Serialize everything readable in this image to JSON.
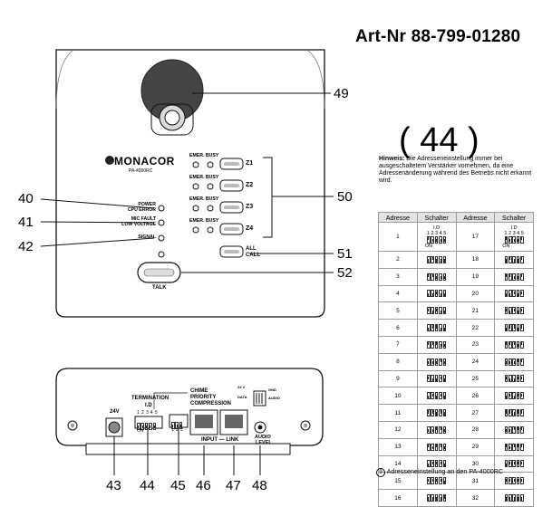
{
  "art_number": "Art-Nr 88-799-01280",
  "figure_number": "( 44 )",
  "hint": {
    "bold": "Hinweis:",
    "text": "Die Adresseneinstellung immer bei ausgeschaltetem Verstärker vornehmen, da eine Adressenänderung während des Betriebs nicht erkannt wird."
  },
  "table": {
    "headers": [
      "Adresse",
      "Schalter",
      "Adresse",
      "Schalter"
    ],
    "id_label": "I.D",
    "id_numbers": "1 2 3 4 5",
    "on_label": "ON",
    "rows": [
      {
        "a": "1",
        "b": "17",
        "sa": "10000",
        "sb": "10001"
      },
      {
        "a": "2",
        "b": "18",
        "sa": "01000",
        "sb": "01001"
      },
      {
        "a": "3",
        "b": "19",
        "sa": "11000",
        "sb": "11001"
      },
      {
        "a": "4",
        "b": "20",
        "sa": "00100",
        "sb": "00101"
      },
      {
        "a": "5",
        "b": "21",
        "sa": "10100",
        "sb": "10101"
      },
      {
        "a": "6",
        "b": "22",
        "sa": "01100",
        "sb": "01101"
      },
      {
        "a": "7",
        "b": "23",
        "sa": "11100",
        "sb": "11101"
      },
      {
        "a": "8",
        "b": "24",
        "sa": "00010",
        "sb": "00011"
      },
      {
        "a": "9",
        "b": "25",
        "sa": "10010",
        "sb": "10011"
      },
      {
        "a": "10",
        "b": "26",
        "sa": "01010",
        "sb": "01011"
      },
      {
        "a": "11",
        "b": "27",
        "sa": "11010",
        "sb": "11011"
      },
      {
        "a": "12",
        "b": "28",
        "sa": "00110",
        "sb": "00111"
      },
      {
        "a": "13",
        "b": "29",
        "sa": "10110",
        "sb": "10111"
      },
      {
        "a": "14",
        "b": "30",
        "sa": "01110",
        "sb": "01111"
      },
      {
        "a": "15",
        "b": "31",
        "sa": "11110",
        "sb": "11111"
      },
      {
        "a": "16",
        "b": "32",
        "sa": "00001",
        "sb": "00000"
      }
    ]
  },
  "caption_num": "9",
  "caption": "Adresseneinstellung an den PA-4000RC",
  "device": {
    "brand": "MONACOR",
    "model": "PA-4000RC",
    "leds": {
      "power": "POWER",
      "cpu_error": "CPU ERROR",
      "mic_fault": "MIC FAULT",
      "low_voltage": "LOW VOLTAGE",
      "signal": "SIGNAL"
    },
    "zone_header": "EMER. BUSY",
    "zones": [
      "Z1",
      "Z2",
      "Z3",
      "Z4"
    ],
    "all_call": [
      "ALL",
      "CALL"
    ],
    "talk": "TALK"
  },
  "rear": {
    "termination": "TERMINATION",
    "id": "I.D",
    "dip_numbers": "1 2 3 4 5",
    "dip_on": "ON",
    "chime": "CHIME",
    "priority": "PRIORITY",
    "compression": "COMPRESSION",
    "dip3_numbers": "1 2 3",
    "input_link": "INPUT — LINK",
    "audio": "AUDIO",
    "level": "LEVEL",
    "power_in": "24V",
    "term_24v": "24 V",
    "term_gnd": "GND",
    "term_data": "DATA",
    "term_audio": "AUDIO"
  },
  "callouts": {
    "c40": "40",
    "c41": "41",
    "c42": "42",
    "c43": "43",
    "c44": "44",
    "c45": "45",
    "c46": "46",
    "c47": "47",
    "c48": "48",
    "c49": "49",
    "c50": "50",
    "c51": "51",
    "c52": "52"
  }
}
